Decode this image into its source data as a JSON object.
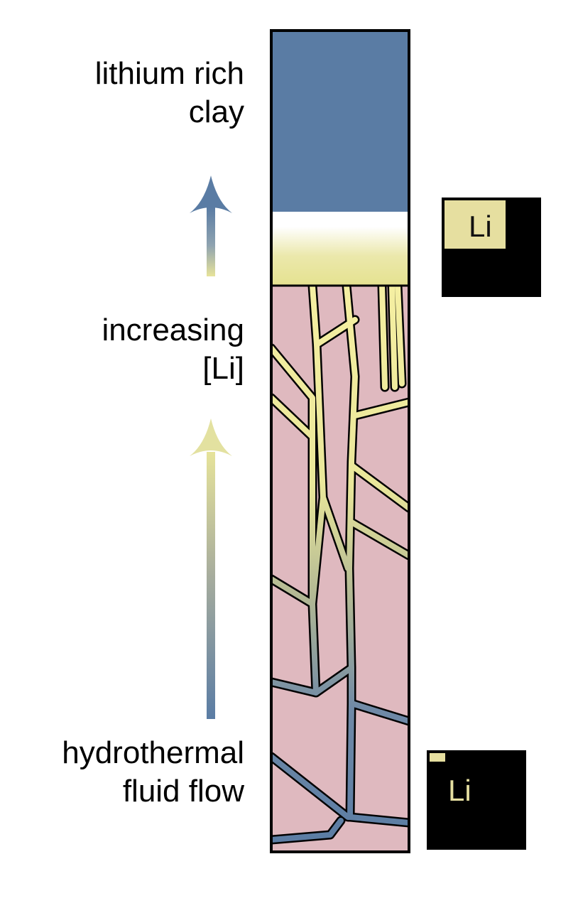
{
  "labels": {
    "top": [
      "lithium rich",
      "clay"
    ],
    "middle": [
      "increasing",
      "[Li]"
    ],
    "bottom": [
      "hydrothermal",
      "fluid flow"
    ]
  },
  "li_boxes": {
    "high": {
      "text": "Li",
      "fill_level": "high"
    },
    "low": {
      "text": "Li",
      "fill_level": "low"
    }
  },
  "colors": {
    "clay_blue": "#5a7ca4",
    "li_yellow": "#e6e497",
    "rock_pink": "#dfb9bf",
    "vein_yellow": "#efe8a0",
    "vein_blue": "#5a7ca4",
    "outline": "#000000",
    "li_box_fill": "#e6dfa0"
  },
  "icons": {
    "arrows": [
      "upward-arrow-icon",
      "upward-arrow-icon"
    ]
  }
}
